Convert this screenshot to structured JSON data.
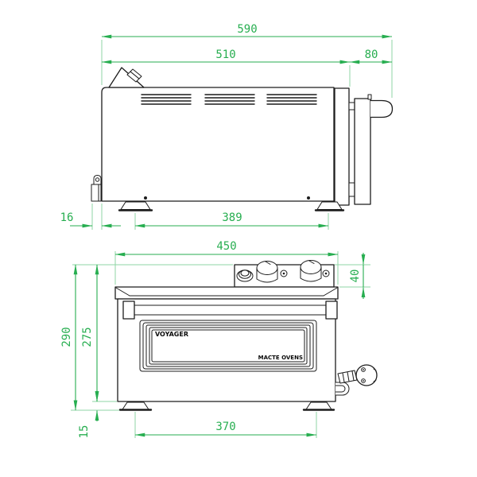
{
  "colors": {
    "dimension_green": "#27ae50",
    "extension_green": "#8fd6a4",
    "line_black": "#1c1c1c",
    "background": "#ffffff"
  },
  "side_view": {
    "dims": {
      "total_depth": "590",
      "body_depth": "510",
      "door_projection": "80",
      "latch_projection": "16",
      "feet_distance": "389"
    }
  },
  "front_view": {
    "dims": {
      "width": "450",
      "control_panel_height": "40",
      "total_height": "290",
      "body_height": "275",
      "foot_height": "15",
      "feet_distance": "370"
    },
    "labels": {
      "brand": "VOYAGER",
      "maker": "MACTE OVENS"
    }
  }
}
